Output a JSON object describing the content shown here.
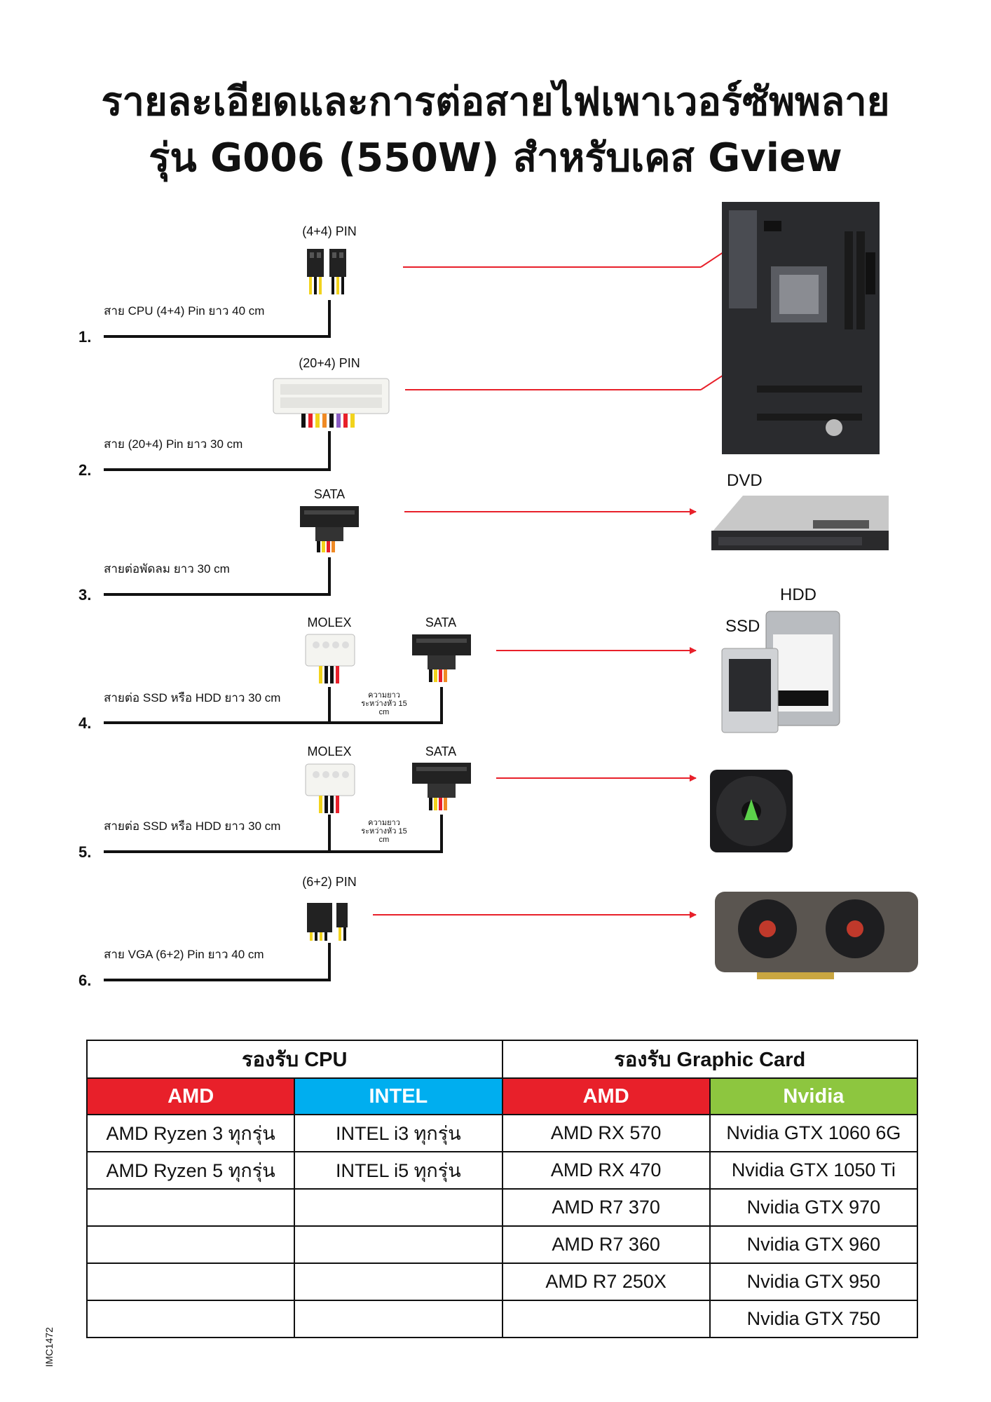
{
  "title": {
    "line1": "รายละเอียดและการต่อสายไฟเพาเวอร์ซัพพลาย",
    "line2": "รุ่น G006 (550W) สำหรับเคส Gview"
  },
  "cables": [
    {
      "number": "1.",
      "connector": "(4+4) PIN",
      "description": "สาย CPU (4+4) Pin ยาว 40 cm"
    },
    {
      "number": "2.",
      "connector": "(20+4) PIN",
      "description": "สาย (20+4) Pin ยาว 30 cm"
    },
    {
      "number": "3.",
      "connector": "SATA",
      "description": "สายต่อพัดลม ยาว 30 cm"
    },
    {
      "number": "4.",
      "connector": "MOLEX",
      "connector2": "SATA",
      "description": "สายต่อ SSD หรือ HDD ยาว 30 cm",
      "spacing": "ความยาว ระหว่างหัว 15 cm"
    },
    {
      "number": "5.",
      "connector": "MOLEX",
      "connector2": "SATA",
      "description": "สายต่อ SSD หรือ HDD ยาว 30 cm",
      "spacing": "ความยาว ระหว่างหัว 15 cm"
    },
    {
      "number": "6.",
      "connector": "(6+2) PIN",
      "description": "สาย VGA (6+2) Pin ยาว 40 cm"
    }
  ],
  "devices": {
    "dvd": "DVD",
    "hdd": "HDD",
    "ssd": "SSD"
  },
  "table": {
    "cpu_header": "รองรับ CPU",
    "gpu_header": "รองรับ Graphic Card",
    "brands": [
      "AMD",
      "INTEL",
      "AMD",
      "Nvidia"
    ],
    "brand_colors": [
      "#e8202a",
      "#00aeef",
      "#e8202a",
      "#8dc63f"
    ],
    "rows": [
      [
        "AMD Ryzen 3 ทุกรุ่น",
        "INTEL i3 ทุกรุ่น",
        "AMD RX 570",
        "Nvidia GTX 1060 6G"
      ],
      [
        "AMD Ryzen 5 ทุกรุ่น",
        "INTEL i5 ทุกรุ่น",
        "AMD RX 470",
        "Nvidia GTX 1050 Ti"
      ],
      [
        "",
        "",
        "AMD R7 370",
        "Nvidia GTX 970"
      ],
      [
        "",
        "",
        "AMD  R7 360",
        "Nvidia GTX 960"
      ],
      [
        "",
        "",
        "AMD R7 250X",
        "Nvidia GTX 950"
      ],
      [
        "",
        "",
        "",
        "Nvidia GTX 750"
      ]
    ]
  },
  "code": "IMC1472",
  "colors": {
    "arrow": "#e8202a",
    "line": "#111111"
  }
}
